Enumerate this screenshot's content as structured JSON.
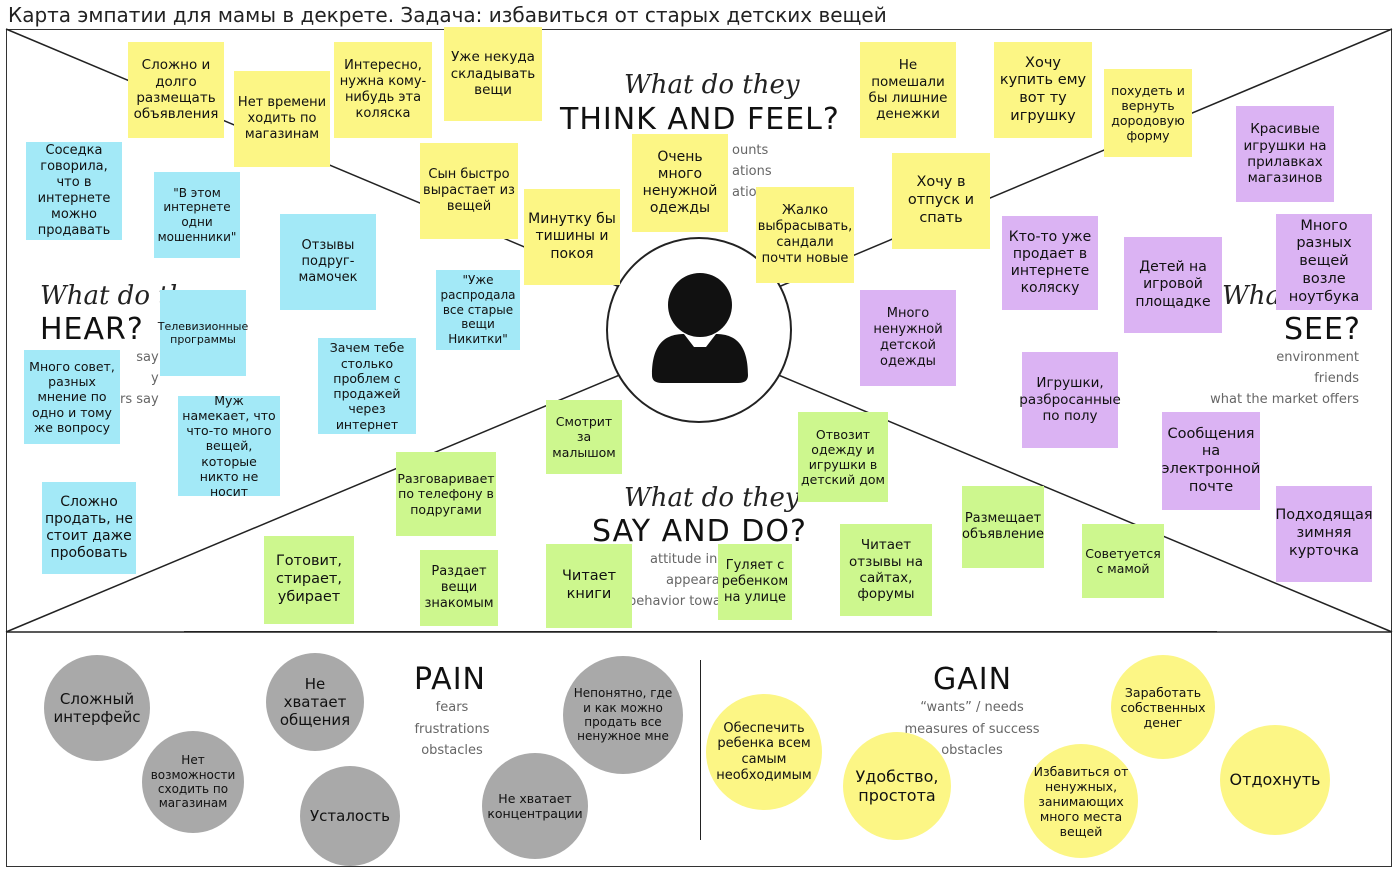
{
  "title": "Карта эмпатии для мамы в декрете. Задача: избавиться от старых детских вещей",
  "sections": {
    "think": {
      "script": "What do they",
      "title": "THINK AND FEEL?",
      "hints": [
        "ounts",
        "ations",
        "ations"
      ]
    },
    "hear": {
      "script": "What do th",
      "title": "HEAR?",
      "hints": [
        "say",
        "y",
        "ers say"
      ]
    },
    "see": {
      "script": "What",
      "title": "SEE?",
      "hints": [
        "environment",
        "friends",
        "what the market offers"
      ]
    },
    "say": {
      "script": "What do they",
      "title": "SAY AND DO?",
      "hints": [
        "attitude in p",
        "appearar",
        "behavior towar"
      ]
    },
    "pain": {
      "title": "PAIN",
      "hints": [
        "fears",
        "frustrations",
        "obstacles"
      ]
    },
    "gain": {
      "title": "GAIN",
      "hints": [
        "“wants” / needs",
        "measures of success",
        "obstacles"
      ]
    }
  },
  "center": {
    "icon": "user-icon"
  },
  "notes": {
    "yellow": [
      "Сложно и долго размещать объявления",
      "Нет времени ходить по магазинам",
      "Интересно, нужна кому-нибудь эта коляска",
      "Уже некуда складывать вещи",
      "Сын быстро вырастает из вещей",
      "Минутку бы тишины и покоя",
      "Очень много ненужной одежды",
      "Жалко выбрасывать, сандали почти новые",
      "Не помешали бы лишние денежки",
      "Хочу купить ему вот ту игрушку",
      "похудеть и вернуть дородовую форму",
      "Хочу в отпуск и спать"
    ],
    "blue": [
      "Соседка говорила, что в интернете можно продавать",
      "\"В этом интернете одни мошенники\"",
      "Отзывы подруг-мамочек",
      "Телевизионные программы",
      "\"Уже распродала все старые вещи Никитки\"",
      "Много совет, разных мнение по одно и тому же вопросу",
      "Зачем тебе столько проблем с продажей через интернет",
      "Муж намекает, что что-то много вещей, которые никто не носит",
      "Сложно продать, не стоит даже пробовать"
    ],
    "purple": [
      "Красивые игрушки на прилавках магазинов",
      "Кто-то уже продает в интернете коляску",
      "Детей на игровой площадке",
      "Много разных вещей возле ноутбука",
      "Много ненужной детской одежды",
      "Игрушки, разбросанные по полу",
      "Сообщения на электронной почте",
      "Подходящая зимняя курточка"
    ],
    "green": [
      "Смотрит за малышом",
      "Отвозит одежду и игрушки в детский дом",
      "Разговаривает по телефону в подругами",
      "Размещает объявление",
      "Готовит, стирает, убирает",
      "Раздает вещи знакомым",
      "Читает книги",
      "Гуляет с ребенком на улице",
      "Читает отзывы на сайтах, форумы",
      "Советуется с мамой"
    ]
  },
  "pains": [
    "Сложный интерфейс",
    "Не хватает общения",
    "Нет возможности сходить по магазинам",
    "Усталость",
    "Непонятно, где и как можно продать все ненужное мне",
    "Не хватает концентрации"
  ],
  "gains": [
    "Обеспечить ребенка всем самым необходимым",
    "Удобство, простота",
    "Заработать собственных денег",
    "Избавиться от ненужных, занимающих много места вещей",
    "Отдохнуть"
  ],
  "colors": {
    "yellow": "#fcf685",
    "blue": "#a3e9f7",
    "green": "#cdf78e",
    "purple": "#dbb3f3",
    "grey": "#a9a9a9"
  }
}
